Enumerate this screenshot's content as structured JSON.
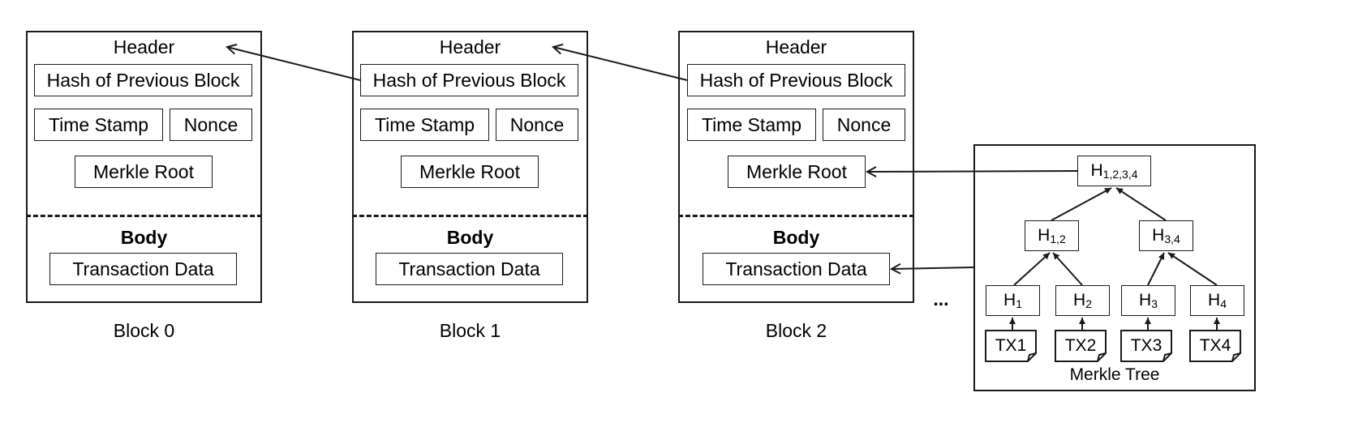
{
  "blocks": [
    {
      "header": "Header",
      "prev_hash": "Hash of Previous Block",
      "timestamp": "Time Stamp",
      "nonce": "Nonce",
      "merkle_root": "Merkle Root",
      "body": "Body",
      "tx_data": "Transaction Data",
      "caption": "Block 0"
    },
    {
      "header": "Header",
      "prev_hash": "Hash of Previous Block",
      "timestamp": "Time Stamp",
      "nonce": "Nonce",
      "merkle_root": "Merkle Root",
      "body": "Body",
      "tx_data": "Transaction Data",
      "caption": "Block 1"
    },
    {
      "header": "Header",
      "prev_hash": "Hash of Previous Block",
      "timestamp": "Time Stamp",
      "nonce": "Nonce",
      "merkle_root": "Merkle Root",
      "body": "Body",
      "tx_data": "Transaction Data",
      "caption": "Block 2"
    }
  ],
  "ellipsis": "...",
  "merkle_tree": {
    "caption": "Merkle Tree",
    "root": {
      "base": "H",
      "sub": "1,2,3,4"
    },
    "level1": [
      {
        "base": "H",
        "sub": "1,2"
      },
      {
        "base": "H",
        "sub": "3,4"
      }
    ],
    "level2": [
      {
        "base": "H",
        "sub": "1"
      },
      {
        "base": "H",
        "sub": "2"
      },
      {
        "base": "H",
        "sub": "3"
      },
      {
        "base": "H",
        "sub": "4"
      }
    ],
    "transactions": [
      "TX1",
      "TX2",
      "TX3",
      "TX4"
    ]
  }
}
